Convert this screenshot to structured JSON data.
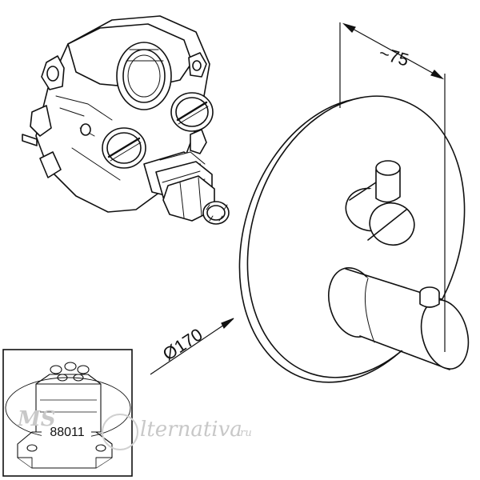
{
  "dimensions": {
    "depth_label": "~75",
    "diameter_label": "Ø170"
  },
  "inset": {
    "part_number": "88011"
  },
  "watermark": {
    "prefix": "MS",
    "text": "lternativa",
    "suffix": ".ru"
  },
  "colors": {
    "line": "#111111",
    "background": "#ffffff",
    "watermark": "#c8c8c8"
  }
}
